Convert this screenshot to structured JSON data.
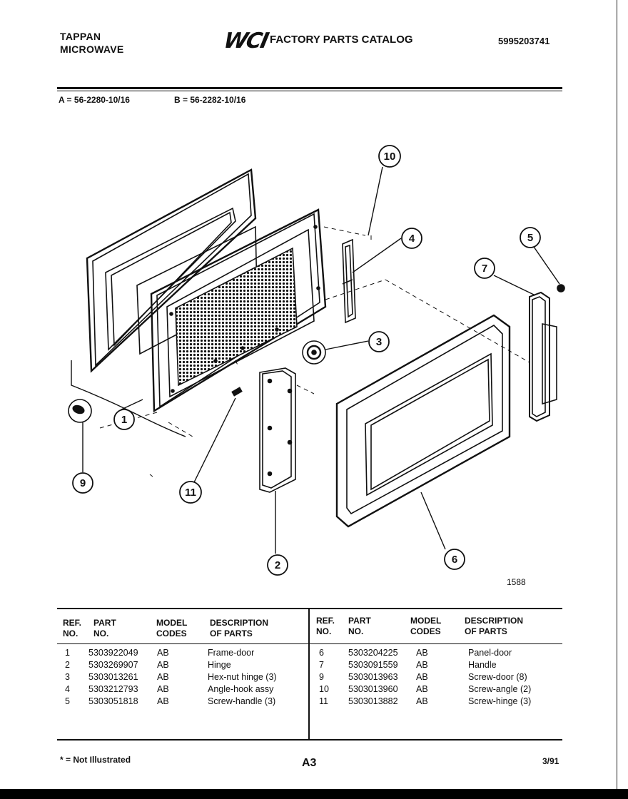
{
  "header": {
    "brand": "TAPPAN",
    "product": "MICROWAVE",
    "logo": "WCI",
    "catalog_title": "FACTORY PARTS CATALOG",
    "catalog_number": "5995203741"
  },
  "models": {
    "a": "A = 56-2280-10/16",
    "b": "B = 56-2282-10/16"
  },
  "diagram": {
    "figure_number": "1588",
    "callouts": [
      "1",
      "2",
      "3",
      "4",
      "5",
      "6",
      "7",
      "9",
      "10",
      "11"
    ]
  },
  "table": {
    "headers": {
      "ref": [
        "REF.",
        "NO."
      ],
      "part": [
        "PART",
        "NO."
      ],
      "model": [
        "MODEL",
        "CODES"
      ],
      "desc": [
        "DESCRIPTION",
        "OF PARTS"
      ]
    },
    "left_rows": [
      {
        "ref": "1",
        "part": "5303922049",
        "codes": "AB",
        "desc": "Frame-door"
      },
      {
        "ref": "2",
        "part": "5303269907",
        "codes": "AB",
        "desc": "Hinge"
      },
      {
        "ref": "3",
        "part": "5303013261",
        "codes": "AB",
        "desc": "Hex-nut hinge (3)"
      },
      {
        "ref": "4",
        "part": "5303212793",
        "codes": "AB",
        "desc": "Angle-hook assy"
      },
      {
        "ref": "5",
        "part": "5303051818",
        "codes": "AB",
        "desc": "Screw-handle (3)"
      }
    ],
    "right_rows": [
      {
        "ref": "6",
        "part": "5303204225",
        "codes": "AB",
        "desc": "Panel-door"
      },
      {
        "ref": "7",
        "part": "5303091559",
        "codes": "AB",
        "desc": "Handle"
      },
      {
        "ref": "9",
        "part": "5303013963",
        "codes": "AB",
        "desc": "Screw-door (8)"
      },
      {
        "ref": "10",
        "part": "5303013960",
        "codes": "AB",
        "desc": "Screw-angle (2)"
      },
      {
        "ref": "11",
        "part": "5303013882",
        "codes": "AB",
        "desc": "Screw-hinge (3)"
      }
    ]
  },
  "footer": {
    "note": "* = Not Illustrated",
    "page_code": "A3",
    "date": "3/91"
  }
}
